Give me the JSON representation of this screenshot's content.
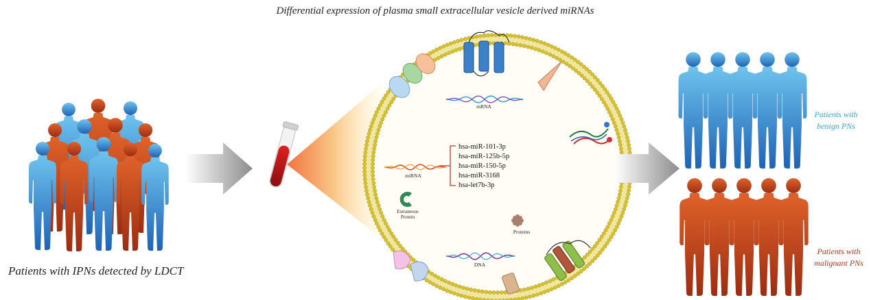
{
  "title": "Differential expression of plasma small extracellular vesicle derived miRNAs",
  "left_caption": "Patients with IPNs detected by LDCT",
  "vesicle": {
    "mrna_label": "mRNA",
    "mirna_label": "miRNA",
    "dna_label": "DNA",
    "proteins_label": "Proteins",
    "extraneous_protein_label": [
      "Extraneous",
      "Protein"
    ],
    "mirna_list": [
      "hsa-miR-101-3p",
      "hsa-miR-125b-5p",
      "hsa-miR-150-5p",
      "hsa-miR-3168",
      "hsa-let7b-3p"
    ]
  },
  "groups": {
    "benign": {
      "label": [
        "Patients with",
        "benign PNs"
      ],
      "color": "#3aa3d6"
    },
    "malignant": {
      "label": [
        "Patients with",
        "malignant PNs"
      ],
      "color": "#b5361a"
    }
  },
  "colors": {
    "blue_person": "#2f8fd0",
    "orange_person": "#c8491d",
    "membrane": "#d9c22a",
    "arrow": "#9a9a9a"
  }
}
